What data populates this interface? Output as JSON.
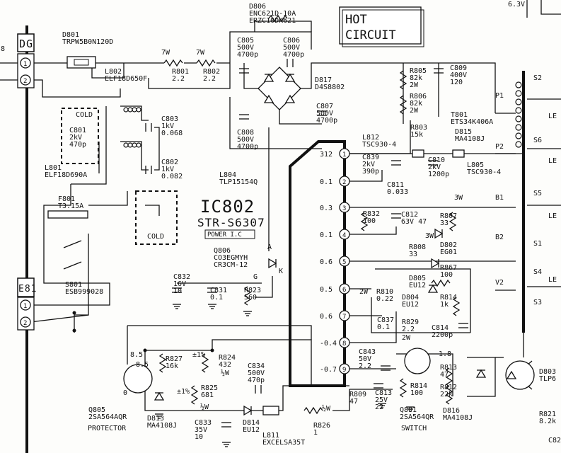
{
  "hot_circuit": {
    "line1": "HOT",
    "line2": "CIRCUIT"
  },
  "top_right": {
    "voltage": "6.3V"
  },
  "page_ref": {
    "left_edge": "8"
  },
  "connectors": {
    "dg": {
      "name": "DG",
      "pins": [
        "1",
        "2"
      ]
    },
    "e81": {
      "name": "E81",
      "pins": [
        "1",
        "2"
      ]
    }
  },
  "ic802": {
    "name": "IC802",
    "part": "STR-S6307",
    "function": "POWER I.C",
    "pins": [
      {
        "num": "1",
        "voltage": "312"
      },
      {
        "num": "2",
        "voltage": "0.1"
      },
      {
        "num": "3",
        "voltage": "0.3"
      },
      {
        "num": "4",
        "voltage": "0.1"
      },
      {
        "num": "5",
        "voltage": "0.6"
      },
      {
        "num": "6",
        "voltage": "0.5"
      },
      {
        "num": "7",
        "voltage": "0.6"
      },
      {
        "num": "8",
        "voltage": "-0.4"
      },
      {
        "num": "9",
        "voltage": "-0.7"
      }
    ]
  },
  "components": [
    {
      "id": "d801",
      "lines": [
        "D801",
        "TRPW5B0N120D"
      ]
    },
    {
      "id": "l802",
      "lines": [
        "L802",
        "ELF18D650F"
      ]
    },
    {
      "id": "r801",
      "lines": [
        "R801",
        "2.2"
      ]
    },
    {
      "id": "r802",
      "lines": [
        "R802",
        "2.2"
      ]
    },
    {
      "id": "r801-watt",
      "lines": [
        "7W"
      ]
    },
    {
      "id": "r802-watt",
      "lines": [
        "7W"
      ]
    },
    {
      "id": "d806",
      "lines": [
        "D806",
        "ENC621D-10A",
        "ERZC10DK621"
      ]
    },
    {
      "id": "c805",
      "lines": [
        "C805",
        "500V",
        "4700p"
      ]
    },
    {
      "id": "c806",
      "lines": [
        "C806",
        "500V",
        "4700p"
      ]
    },
    {
      "id": "d817",
      "lines": [
        "D817",
        "D4S8802"
      ]
    },
    {
      "id": "c807",
      "lines": [
        "C807",
        "500V",
        "4700p"
      ]
    },
    {
      "id": "c808",
      "lines": [
        "C808",
        "500V",
        "4700p"
      ]
    },
    {
      "id": "cold1",
      "lines": [
        "COLD"
      ]
    },
    {
      "id": "c801",
      "lines": [
        "C801",
        "2kV",
        "470p"
      ]
    },
    {
      "id": "c803",
      "lines": [
        "C803",
        "1kV",
        "0.068"
      ]
    },
    {
      "id": "c802",
      "lines": [
        "C802",
        "1kV",
        "0.082"
      ]
    },
    {
      "id": "l801",
      "lines": [
        "L801",
        "ELF18D690A"
      ]
    },
    {
      "id": "f801",
      "lines": [
        "F801",
        "T3.15A"
      ]
    },
    {
      "id": "cold2",
      "lines": [
        "COLD"
      ]
    },
    {
      "id": "s801",
      "lines": [
        "S801",
        "ESB999028"
      ]
    },
    {
      "id": "l804",
      "lines": [
        "L804",
        "TLP15154Q"
      ]
    },
    {
      "id": "q806",
      "lines": [
        "Q806",
        "CO3EGMYH",
        "CR3CM-12"
      ]
    },
    {
      "id": "q806-pins",
      "lines": [
        "A",
        "G",
        "K"
      ]
    },
    {
      "id": "c832",
      "lines": [
        "C832",
        "16V",
        "10"
      ]
    },
    {
      "id": "c831",
      "lines": [
        "C831",
        "0.1"
      ]
    },
    {
      "id": "r823",
      "lines": [
        "R823",
        "560"
      ]
    },
    {
      "id": "r805",
      "lines": [
        "R805",
        "82k",
        "2W"
      ]
    },
    {
      "id": "r806",
      "lines": [
        "R806",
        "82k",
        "2W"
      ]
    },
    {
      "id": "c809",
      "lines": [
        "C809",
        "400V",
        "120"
      ]
    },
    {
      "id": "t801",
      "lines": [
        "T801",
        "ETS34K406A"
      ]
    },
    {
      "id": "r803",
      "lines": [
        "R803",
        "15k"
      ]
    },
    {
      "id": "d815",
      "lines": [
        "D815",
        "MA4108J"
      ]
    },
    {
      "id": "l812",
      "lines": [
        "L812",
        "TSC930-4"
      ]
    },
    {
      "id": "c839",
      "lines": [
        "C839",
        "2kV",
        "390p"
      ]
    },
    {
      "id": "c810",
      "lines": [
        "C810",
        "2kV",
        "1200p"
      ]
    },
    {
      "id": "l805",
      "lines": [
        "L805",
        "TSC930-4"
      ]
    },
    {
      "id": "c811",
      "lines": [
        "C811",
        "0.033"
      ]
    },
    {
      "id": "r832",
      "lines": [
        "R832",
        "100"
      ]
    },
    {
      "id": "c812",
      "lines": [
        "C812",
        "63V 47"
      ]
    },
    {
      "id": "r807",
      "lines": [
        "R807",
        "33"
      ]
    },
    {
      "id": "r807-watt",
      "lines": [
        "3W"
      ]
    },
    {
      "id": "r808",
      "lines": [
        "R808",
        "33"
      ]
    },
    {
      "id": "r808-watt",
      "lines": [
        "3W"
      ]
    },
    {
      "id": "d802",
      "lines": [
        "D802",
        "EG01"
      ]
    },
    {
      "id": "r867",
      "lines": [
        "R867",
        "100"
      ]
    },
    {
      "id": "d805",
      "lines": [
        "D805",
        "EU12"
      ]
    },
    {
      "id": "r810",
      "lines": [
        "R810",
        "0.22"
      ]
    },
    {
      "id": "r810-watt",
      "lines": [
        "2W"
      ]
    },
    {
      "id": "d804",
      "lines": [
        "D804",
        "EU12"
      ]
    },
    {
      "id": "r814",
      "lines": [
        "R814",
        "1k"
      ]
    },
    {
      "id": "c837",
      "lines": [
        "C837",
        "0.1"
      ]
    },
    {
      "id": "r829",
      "lines": [
        "R829",
        "2.2"
      ]
    },
    {
      "id": "r829-watt",
      "lines": [
        "2W"
      ]
    },
    {
      "id": "c814",
      "lines": [
        "C814",
        "2200p"
      ]
    },
    {
      "id": "c843",
      "lines": [
        "C843",
        "50V",
        "2.2"
      ]
    },
    {
      "id": "q801-e",
      "lines": [
        "-1.8"
      ]
    },
    {
      "id": "r813",
      "lines": [
        "R813",
        "47"
      ]
    },
    {
      "id": "r814b",
      "lines": [
        "R814",
        "100"
      ]
    },
    {
      "id": "r812",
      "lines": [
        "R812",
        "22k"
      ]
    },
    {
      "id": "r809",
      "lines": [
        "R809",
        "47"
      ]
    },
    {
      "id": "c813",
      "lines": [
        "C813",
        "25V",
        "22"
      ]
    },
    {
      "id": "q801",
      "lines": [
        "Q801",
        "2SA564QR"
      ]
    },
    {
      "id": "q801-role",
      "lines": [
        "SWITCH"
      ]
    },
    {
      "id": "d816",
      "lines": [
        "D816",
        "MA4108J"
      ]
    },
    {
      "id": "d803",
      "lines": [
        "D803",
        "TLP6"
      ]
    },
    {
      "id": "r821",
      "lines": [
        "R821",
        "8.2k"
      ]
    },
    {
      "id": "c82x",
      "lines": [
        "C82"
      ]
    },
    {
      "id": "q805-v1",
      "lines": [
        "8.5"
      ]
    },
    {
      "id": "q805-v2",
      "lines": [
        "8.5"
      ]
    },
    {
      "id": "q805-v3",
      "lines": [
        "0"
      ]
    },
    {
      "id": "r827",
      "lines": [
        "R827",
        "16k"
      ]
    },
    {
      "id": "r824",
      "lines": [
        "R824",
        "432"
      ]
    },
    {
      "id": "r824-tol",
      "lines": [
        "±1%"
      ]
    },
    {
      "id": "r824-watt",
      "lines": [
        "½W"
      ]
    },
    {
      "id": "r825",
      "lines": [
        "R825",
        "681"
      ]
    },
    {
      "id": "r825-tol",
      "lines": [
        "±1%"
      ]
    },
    {
      "id": "r825-watt",
      "lines": [
        "½W"
      ]
    },
    {
      "id": "c834",
      "lines": [
        "C834",
        "500V",
        "470p"
      ]
    },
    {
      "id": "q805",
      "lines": [
        "Q805",
        "2SA564AQR"
      ]
    },
    {
      "id": "q805-role",
      "lines": [
        "PROTECTOR"
      ]
    },
    {
      "id": "d813",
      "lines": [
        "D813",
        "MA4108J"
      ]
    },
    {
      "id": "c833",
      "lines": [
        "C833",
        "35V",
        "10"
      ]
    },
    {
      "id": "d814",
      "lines": [
        "D814",
        "EU12"
      ]
    },
    {
      "id": "l811",
      "lines": [
        "L811",
        "EXCELSA35T"
      ]
    },
    {
      "id": "r826",
      "lines": [
        "R826",
        "1"
      ]
    },
    {
      "id": "r826-watt",
      "lines": [
        "½W"
      ]
    },
    {
      "id": "s-labels",
      "lines": [
        "S2",
        "P1",
        "P2",
        "S6",
        "S5",
        "S1",
        "B1",
        "B2",
        "V2",
        "S4",
        "S3"
      ]
    },
    {
      "id": "right-lines",
      "lines": [
        "LE",
        "LE",
        "LE",
        "LE"
      ]
    }
  ]
}
